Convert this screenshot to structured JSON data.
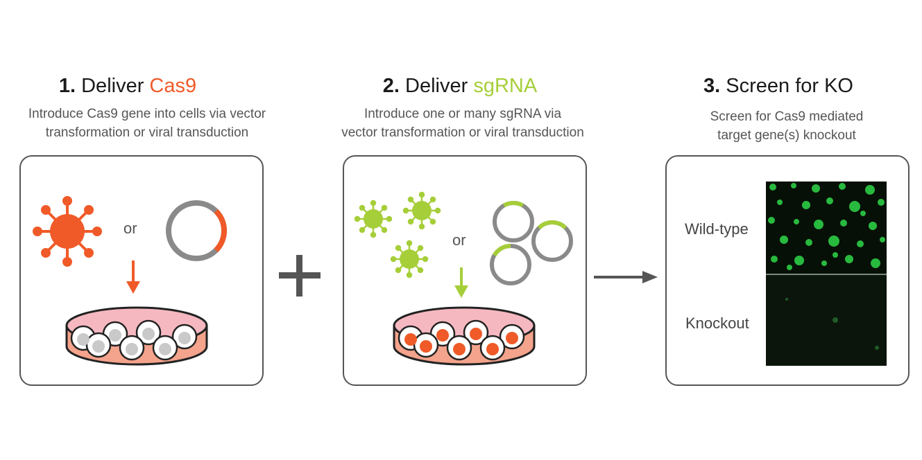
{
  "steps": [
    {
      "num": "1.",
      "title": "Deliver",
      "highlight": "Cas9",
      "highlight_color": "#F05A28",
      "desc": [
        "Introduce Cas9 gene into cells via vector",
        "transformation or viral transduction"
      ]
    },
    {
      "num": "2.",
      "title": "Deliver",
      "highlight": "sgRNA",
      "highlight_color": "#A6CE39",
      "desc": [
        "Introduce one or many sgRNA via",
        "vector transformation or viral transduction"
      ]
    },
    {
      "num": "3.",
      "title": "Screen for KO",
      "highlight": "",
      "highlight_color": "",
      "desc": [
        "Screen for Cas9 mediated",
        "target gene(s) knockout"
      ]
    }
  ],
  "panel1": {
    "or": "or"
  },
  "panel2": {
    "or": "or"
  },
  "panel3": {
    "wildtype_label": "Wild-type",
    "knockout_label": "Knockout"
  },
  "colors": {
    "cas9": "#F05A28",
    "sgrna": "#A6CE39",
    "plasmid": "#8a8a8a",
    "connector": "#555555"
  },
  "icons": [
    "virus-icon",
    "plasmid-icon",
    "petri-dish-icon",
    "plus-icon",
    "arrow-right-icon",
    "arrow-down-icon"
  ]
}
